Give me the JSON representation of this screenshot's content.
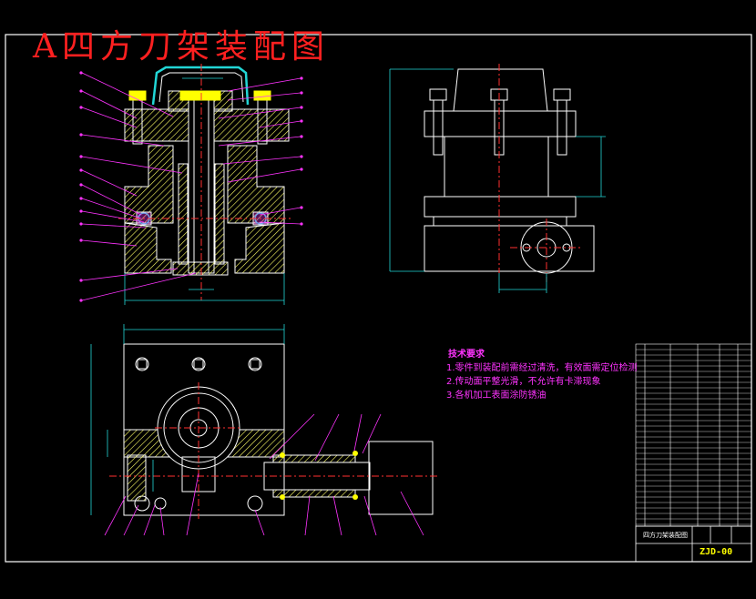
{
  "title": "A四方刀架装配图",
  "tech_requirements": {
    "heading": "技术要求",
    "items": [
      "1.零件到装配前需经过清洗，有效面需定位检测",
      "2.传动面平整光滑，不允许有卡滞现象",
      "3.各机加工表面涂防锈油"
    ]
  },
  "title_block": {
    "drawing_name": "四方刀架装配图",
    "drawing_number": "ZJD-00"
  },
  "colors": {
    "background": "#000000",
    "outline": "#ffffff",
    "hatch": "#ffff66",
    "centerline": "#ff3030",
    "leader": "#ff33ff",
    "dimension": "#22d6d6",
    "title_text": "#ff2020",
    "highlight": "#ffff00"
  }
}
